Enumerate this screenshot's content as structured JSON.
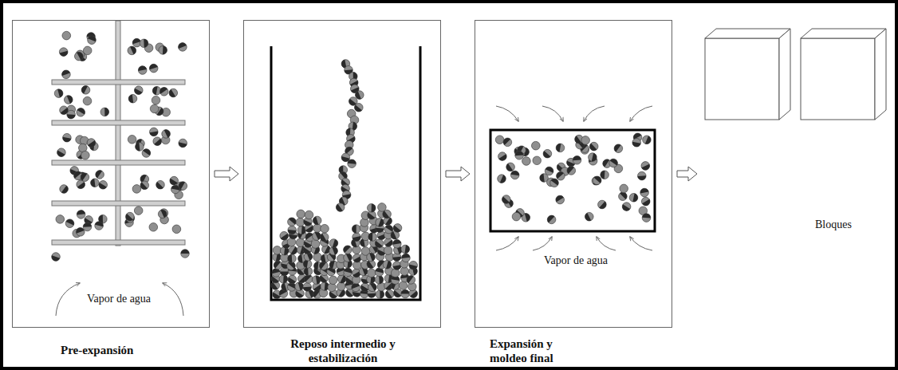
{
  "diagram": {
    "nodes": [
      {
        "text": [
          "Vapor de agua",
          "Pre-expansión"
        ]
      },
      {
        "text": [
          "Reposo intermedio y estabilización"
        ]
      },
      {
        "text": [
          "Vapor de agua",
          "Expansión y moldeo final"
        ]
      },
      {
        "text": [
          "Bloques"
        ]
      }
    ],
    "edges": [
      {
        "from": 0,
        "to": 1,
        "arrow": "to"
      },
      {
        "from": 1,
        "to": 2,
        "arrow": "to"
      },
      {
        "from": 2,
        "to": 3,
        "arrow": "to"
      }
    ]
  }
}
